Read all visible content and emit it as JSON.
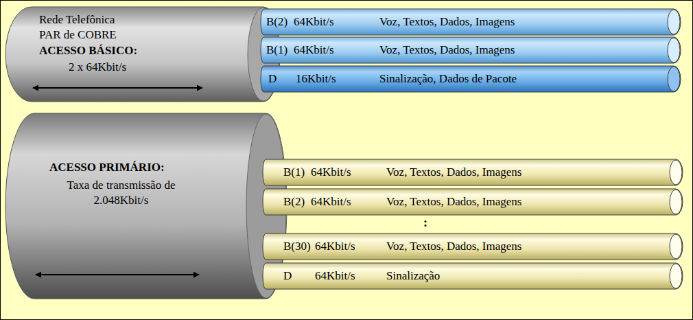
{
  "diagram": {
    "nodes": [
      {
        "text": [
          "Rede Telefônica PAR de COBRE",
          "ACESSO BÁSICO:",
          "2 x 64Kbit/s"
        ]
      },
      {
        "text": [
          "B(2)",
          "64Kbit/s",
          "Voz, Textos, Dados, Imagens"
        ]
      },
      {
        "text": [
          "B(1)",
          "64Kbit/s",
          "Voz, Textos, Dados, Imagens"
        ]
      },
      {
        "text": [
          "D",
          "16Kbit/s",
          "Sinalização, Dados de Pacote"
        ]
      },
      {
        "text": [
          "ACESSO PRIMÁRIO:",
          "Taxa de transmissão de 2.048Kbit/s"
        ]
      },
      {
        "text": [
          "B(1)",
          "64Kbit/s",
          "Voz, Textos, Dados, Imagens"
        ]
      },
      {
        "text": [
          "B(2)",
          "64Kbit/s",
          "Voz, Textos, Dados, Imagens"
        ]
      },
      {
        "text": [
          "B(30)",
          "64Kbit/s",
          "Voz, Textos, Dados, Imagens"
        ]
      },
      {
        "text": [
          "D",
          "64Kbit/s",
          "Sinalização"
        ]
      }
    ],
    "labels": [
      ":"
    ]
  }
}
